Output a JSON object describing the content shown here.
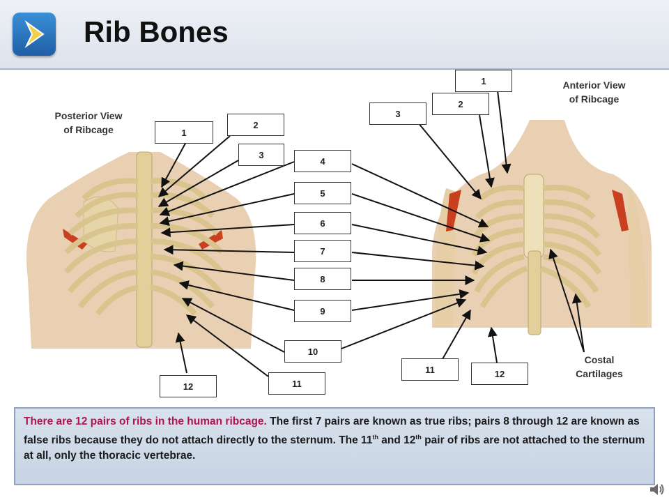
{
  "slide": {
    "title": "Rib Bones",
    "nav_icon": "chevron-right-icon"
  },
  "posterior": {
    "caption": "Posterior View\nof Ribcage",
    "labels": [
      "1",
      "2",
      "3",
      "4",
      "5",
      "6",
      "7",
      "8",
      "9",
      "10",
      "11",
      "12"
    ]
  },
  "anterior": {
    "caption": "Anterior View\nof Ribcage",
    "labels": [
      "1",
      "2",
      "3",
      "11",
      "12"
    ],
    "costal_caption": "Costal\nCartilages"
  },
  "description": {
    "highlight": "There are 12 pairs of ribs in the human ribcage.",
    "text_a": " The first 7 pairs are known as true ribs; pairs 8 through 12 are known as false ribs because they do not attach directly to the sternum. The 11",
    "sup_1": "th",
    "text_b": " and 12",
    "sup_2": "th",
    "text_c": " pair of ribs are not attached to the sternum at all, only the thoracic vertebrae."
  },
  "colors": {
    "label_border": "#333333",
    "highlight": "#b0154c",
    "bone": "#e8d7a8",
    "skin": "#e9c8a8",
    "muscle": "#c8401f"
  },
  "audio_icon": "speaker-icon"
}
